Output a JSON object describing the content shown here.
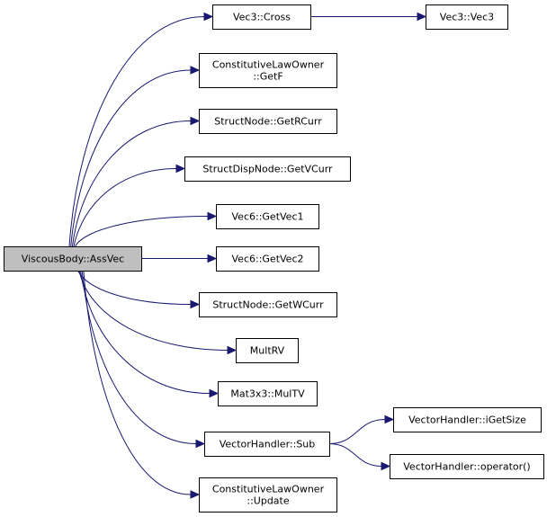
{
  "colors": {
    "edge": "#191970",
    "node_fill": "#ffffff",
    "root_fill": "#bfbfbf",
    "border": "#000000"
  },
  "nodes": {
    "root": {
      "lines": [
        "ViscousBody::AssVec"
      ]
    },
    "vec3_cross": {
      "lines": [
        "Vec3::Cross"
      ]
    },
    "vec3_vec3": {
      "lines": [
        "Vec3::Vec3"
      ]
    },
    "clo_getf": {
      "lines": [
        "ConstitutiveLawOwner",
        "::GetF"
      ]
    },
    "sn_getrcurr": {
      "lines": [
        "StructNode::GetRCurr"
      ]
    },
    "sdn_getvcurr": {
      "lines": [
        "StructDispNode::GetVCurr"
      ]
    },
    "vec6_getvec1": {
      "lines": [
        "Vec6::GetVec1"
      ]
    },
    "vec6_getvec2": {
      "lines": [
        "Vec6::GetVec2"
      ]
    },
    "sn_getwcurr": {
      "lines": [
        "StructNode::GetWCurr"
      ]
    },
    "multrv": {
      "lines": [
        "MultRV"
      ]
    },
    "mat3x3_multv": {
      "lines": [
        "Mat3x3::MulTV"
      ]
    },
    "vh_sub": {
      "lines": [
        "VectorHandler::Sub"
      ]
    },
    "vh_igetsize": {
      "lines": [
        "VectorHandler::iGetSize"
      ]
    },
    "vh_operator": {
      "lines": [
        "VectorHandler::operator()"
      ]
    },
    "clo_update": {
      "lines": [
        "ConstitutiveLawOwner",
        "::Update"
      ]
    }
  },
  "edges": [
    [
      "root",
      "vec3_cross"
    ],
    [
      "vec3_cross",
      "vec3_vec3"
    ],
    [
      "root",
      "clo_getf"
    ],
    [
      "root",
      "sn_getrcurr"
    ],
    [
      "root",
      "sdn_getvcurr"
    ],
    [
      "root",
      "vec6_getvec1"
    ],
    [
      "root",
      "vec6_getvec2"
    ],
    [
      "root",
      "sn_getwcurr"
    ],
    [
      "root",
      "multrv"
    ],
    [
      "root",
      "mat3x3_multv"
    ],
    [
      "root",
      "vh_sub"
    ],
    [
      "vh_sub",
      "vh_igetsize"
    ],
    [
      "vh_sub",
      "vh_operator"
    ],
    [
      "root",
      "clo_update"
    ]
  ]
}
